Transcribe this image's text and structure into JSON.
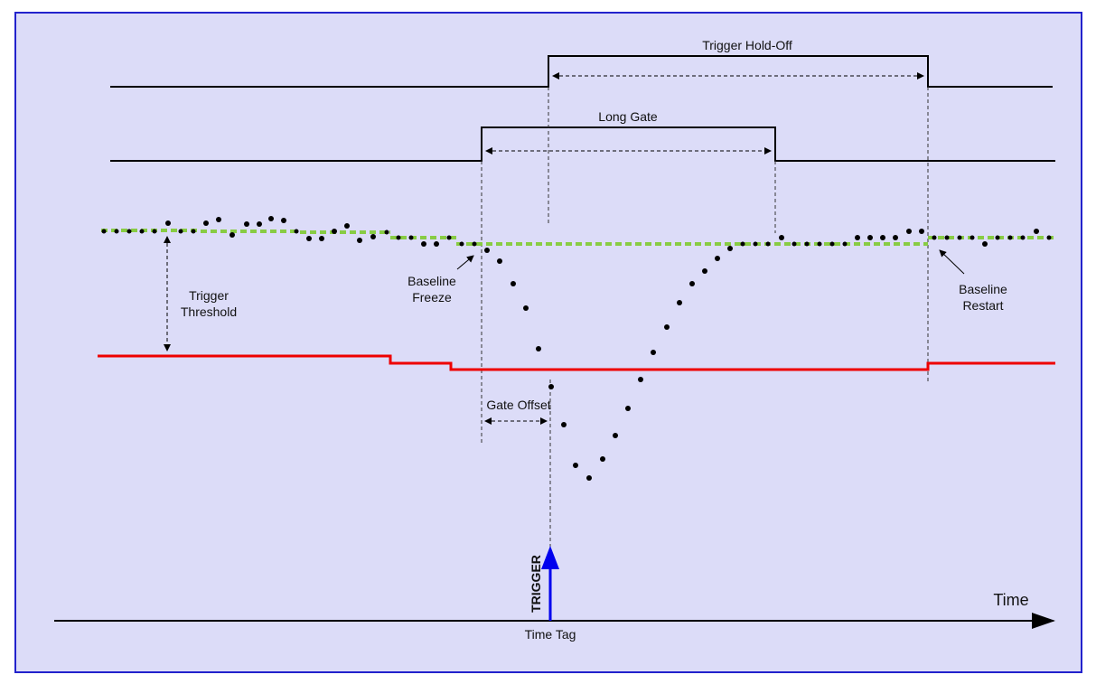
{
  "labels": {
    "trigger_holdoff": "Trigger Hold-Off",
    "long_gate": "Long Gate",
    "trigger_threshold_line1": "Trigger",
    "trigger_threshold_line2": "Threshold",
    "baseline_freeze_line1": "Baseline",
    "baseline_freeze_line2": "Freeze",
    "baseline_restart_line1": "Baseline",
    "baseline_restart_line2": "Restart",
    "gate_offset": "Gate Offset",
    "trigger": "TRIGGER",
    "time": "Time",
    "time_tag": "Time Tag"
  },
  "colors": {
    "background": "#dcdcf8",
    "frame": "#2222cc",
    "signal_dots": "#000000",
    "baseline": "#88cc44",
    "threshold": "#ee0000",
    "trigger_arrow": "#0000ee",
    "lines": "#000000"
  }
}
